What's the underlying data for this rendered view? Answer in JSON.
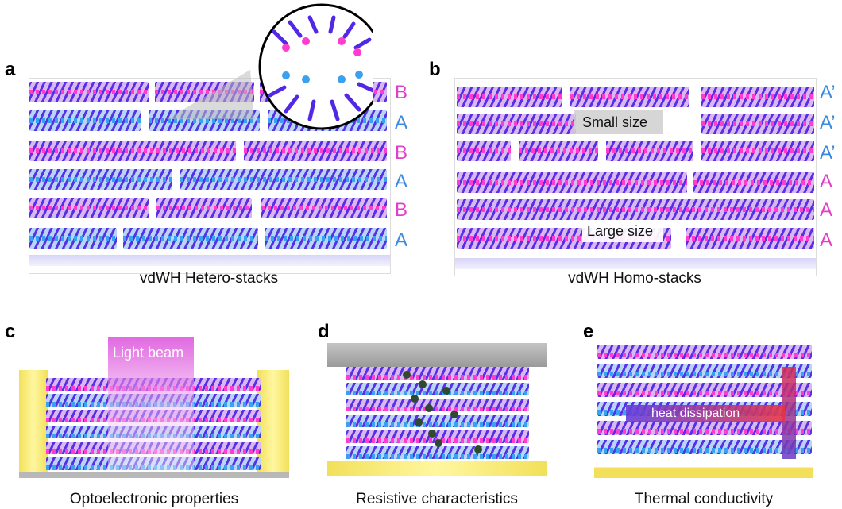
{
  "panels": {
    "a": {
      "label": "a",
      "caption": "vdWH Hetero-stacks",
      "layers": [
        "B",
        "A",
        "B",
        "A",
        "B",
        "A"
      ]
    },
    "b": {
      "label": "b",
      "caption": "vdWH Homo-stacks",
      "layers": [
        "A’",
        "A’",
        "A’",
        "A",
        "A",
        "A"
      ],
      "small_size": "Small size",
      "large_size": "Large size"
    },
    "c": {
      "label": "c",
      "caption": "Optoelectronic properties",
      "beam": "Light beam"
    },
    "d": {
      "label": "d",
      "caption": "Resistive characteristics"
    },
    "e": {
      "label": "e",
      "caption": "Thermal conductivity",
      "heat": "heat dissipation"
    }
  },
  "colors": {
    "pink": "#e040c8",
    "blue": "#3b8be0",
    "violet": "#5028e6",
    "gold": "#f2e05a"
  }
}
